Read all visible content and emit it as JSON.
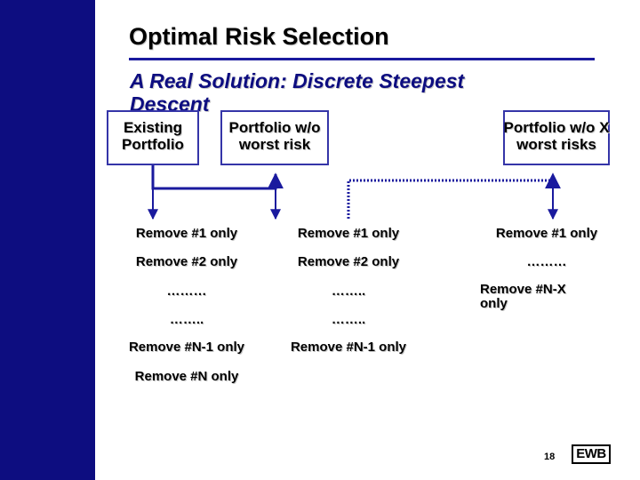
{
  "slide": {
    "title": "Optimal Risk Selection",
    "subtitle": "A Real Solution: Discrete Steepest Descent",
    "page_number": "18",
    "logo_text": "EWB",
    "colors": {
      "sidebar": "#0d0d80",
      "accent": "#1a1a9e",
      "box_border": "#3535a8"
    }
  },
  "diagram": {
    "nodes": {
      "existing": "Existing Portfolio",
      "minus_worst": "Portfolio w/o worst risk",
      "minus_x_worst": "Portfolio w/o X worst risks"
    },
    "columns": [
      {
        "items": [
          "Remove #1 only",
          "Remove #2 only",
          "………",
          "……..",
          "Remove #N-1 only",
          "Remove #N only"
        ]
      },
      {
        "items": [
          "Remove #1 only",
          "Remove #2 only",
          "……..",
          "……..",
          "Remove #N-1 only"
        ]
      },
      {
        "items": [
          "Remove #1 only",
          "………",
          "Remove #N-X only"
        ]
      }
    ]
  }
}
